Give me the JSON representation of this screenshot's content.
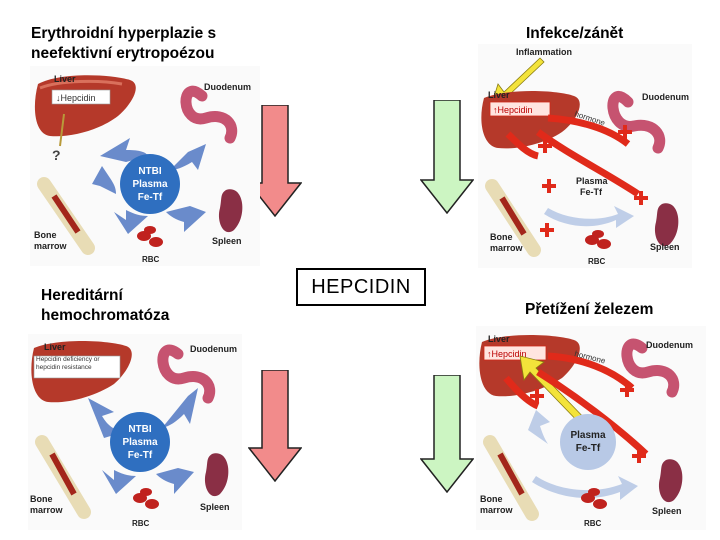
{
  "captions": {
    "top_left": "Erythroidní hyperplazie s\nneefektivní erytropoézou",
    "top_right": "Infekce/zánět",
    "bottom_left": "Hereditární\nhemochromatóza",
    "bottom_right": "Přetížení železem"
  },
  "center_label": "HEPCIDIN",
  "arrow_colors": {
    "down_red": "#f28b8b",
    "down_green": "#ccf5c2"
  },
  "panels": {
    "top_left": {
      "liver": "Liver",
      "liver_sub": "↓Hepcidin",
      "duodenum": "Duodenum",
      "center_lines": [
        "NTBI",
        "Plasma",
        "Fe-Tf"
      ],
      "bone_marrow": [
        "Bone",
        "marrow"
      ],
      "spleen": "Spleen",
      "rbc": "RBC",
      "question": "?"
    },
    "top_right": {
      "inflammation": "Inflammation",
      "liver": "Liver",
      "liver_sub": "↑Hepcidin",
      "duodenum": "Duodenum",
      "center_lines": [
        "Plasma",
        "Fe-Tf"
      ],
      "bone_marrow": [
        "Bone",
        "marrow"
      ],
      "spleen": "Spleen",
      "rbc": "RBC",
      "hormone_text": "hormone"
    },
    "bottom_left": {
      "liver": "Liver",
      "liver_sub": "Hepcidin deficiency or hepcidin resistance",
      "duodenum": "Duodenum",
      "center_lines": [
        "NTBI",
        "Plasma",
        "Fe-Tf"
      ],
      "bone_marrow": [
        "Bone",
        "marrow"
      ],
      "spleen": "Spleen",
      "rbc": "RBC"
    },
    "bottom_right": {
      "liver": "Liver",
      "liver_sub": "↑Hepcidin",
      "duodenum": "Duodenum",
      "center_lines": [
        "Plasma",
        "Fe-Tf"
      ],
      "bone_marrow": [
        "Bone",
        "marrow"
      ],
      "spleen": "Spleen",
      "rbc": "RBC",
      "hormone_text": "hormone"
    }
  }
}
